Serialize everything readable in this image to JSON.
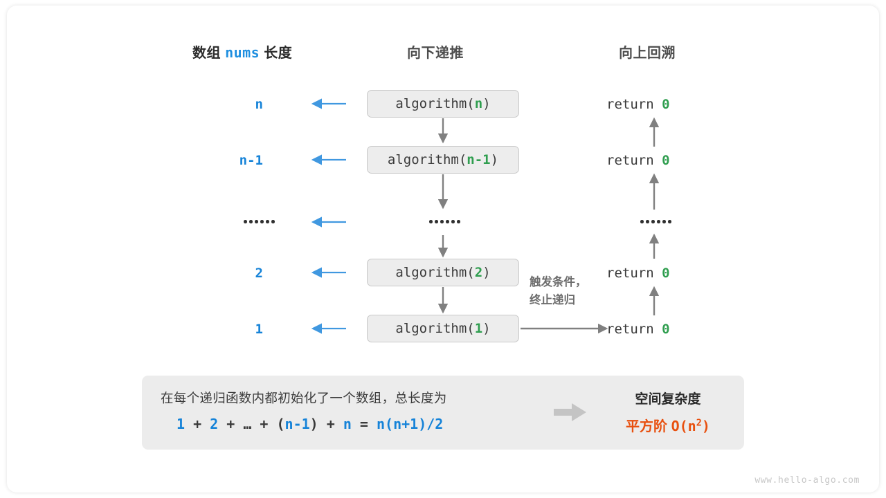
{
  "columns": {
    "left_header_prefix": "数组",
    "left_header_mono": "nums",
    "left_header_suffix": "长度",
    "middle_header": "向下递推",
    "right_header": "向上回溯"
  },
  "rows": [
    {
      "length_label": "n",
      "call_text": "algorithm(",
      "call_arg": "n",
      "call_close": ")",
      "return_text": "return",
      "return_value": "0"
    },
    {
      "length_label": "n-1",
      "call_text": "algorithm(",
      "call_arg": "n-1",
      "call_close": ")",
      "return_text": "return",
      "return_value": "0"
    },
    {
      "length_label": "dots",
      "call_text": "dots",
      "call_arg": "",
      "call_close": "",
      "return_text": "dots",
      "return_value": ""
    },
    {
      "length_label": "2",
      "call_text": "algorithm(",
      "call_arg": "2",
      "call_close": ")",
      "return_text": "return",
      "return_value": "0"
    },
    {
      "length_label": "1",
      "call_text": "algorithm(",
      "call_arg": "1",
      "call_close": ")",
      "return_text": "return",
      "return_value": "0"
    }
  ],
  "note": {
    "line1": "触发条件，",
    "line2": "终止递归"
  },
  "summary": {
    "description": "在每个递归函数内都初始化了一个数组，总长度为",
    "formula_parts": [
      {
        "t": "1",
        "blue": true
      },
      {
        "t": " + ",
        "blue": false
      },
      {
        "t": "2",
        "blue": true
      },
      {
        "t": " + … + (",
        "blue": false
      },
      {
        "t": "n-1",
        "blue": true
      },
      {
        "t": ") + ",
        "blue": false
      },
      {
        "t": "n",
        "blue": true
      },
      {
        "t": " = ",
        "blue": false
      },
      {
        "t": "n(n+1)/2",
        "blue": true
      }
    ],
    "result_title": "空间复杂度",
    "result_value_cn": "平方阶",
    "result_value_mono": "O(n",
    "result_value_sup": "2",
    "result_value_tail": ")"
  },
  "watermark": "www.hello-algo.com",
  "colors": {
    "blue": "#1683d8",
    "arrow_blue": "#4098e0",
    "green": "#2f9e4f",
    "gray_arrow": "#808080",
    "orange": "#e8500f",
    "panel_bg": "#ececec",
    "box_bg": "#ededed",
    "box_border": "#c9c9c9"
  }
}
